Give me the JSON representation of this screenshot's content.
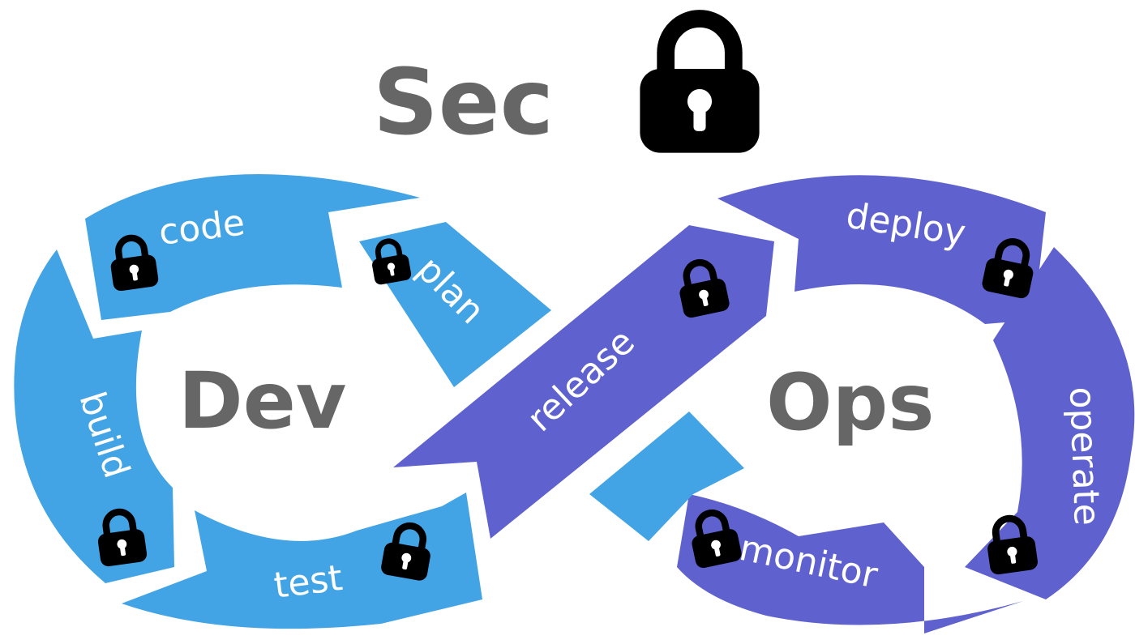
{
  "title": "Sec",
  "dev_label": "Dev",
  "ops_label": "Ops",
  "dev_stages": [
    "code",
    "plan",
    "build",
    "test"
  ],
  "bridge_stage": "release",
  "ops_stages": [
    "deploy",
    "operate",
    "monitor"
  ],
  "colors": {
    "dev": "#42A3E5",
    "ops": "#5F62CE",
    "text_gray": "#666666",
    "lock": "#000000"
  },
  "icons": [
    "lock-icon"
  ]
}
